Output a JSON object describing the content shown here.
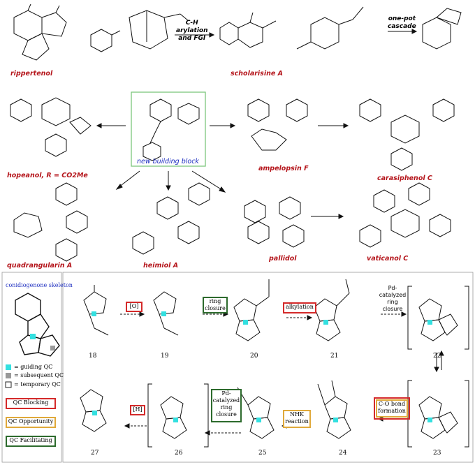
{
  "top_row": {
    "rippertenol": "rippertenol",
    "scholarisine": "scholarisine A",
    "reaction1": [
      "C-H",
      "arylation",
      "and FGI"
    ],
    "reaction2": [
      "one-pot",
      "cascade"
    ]
  },
  "resveratrol": {
    "center_label": "new building block",
    "hopeanol": "hopeanol, R = CO2Me",
    "ampelopsin": "ampelopsin F",
    "carasiphenol": "carasiphenol C",
    "quadrangularin": "quadrangularin A",
    "heimiol": "heimiol A",
    "pallidol": "pallidol",
    "vaticanol": "vaticanol C"
  },
  "bottom": {
    "skeleton_title": "conidiogenone skeleton",
    "legend": {
      "guiding": "= guiding QC",
      "subsequent": "= subsequent QC",
      "temporary": "= temporary QC",
      "blocking": "QC Blocking",
      "opportunity": "QC Opportunity",
      "facilitating": "QC Facilitating"
    },
    "colors": {
      "guiding": "#33e0e0",
      "subsequent": "#999999",
      "blocking": "#d42a2a",
      "opportunity": "#e0a93a",
      "facilitating": "#2d6b2d"
    },
    "steps": {
      "oxidation": "[O]",
      "ring_closure": [
        "ring",
        "closure"
      ],
      "alkylation": "alkylation",
      "pd_cyclization": [
        "Pd-",
        "catalyzed",
        "ring",
        "closure"
      ],
      "reduction": "[H]",
      "pd_box": [
        "Pd-",
        "catalyzed",
        "ring",
        "closure"
      ],
      "nhk": [
        "NHK",
        "reaction"
      ],
      "co_bond": [
        "C-O bond",
        "formation"
      ]
    },
    "compounds": [
      "18",
      "19",
      "20",
      "21",
      "22",
      "23",
      "24",
      "25",
      "26",
      "27"
    ]
  }
}
